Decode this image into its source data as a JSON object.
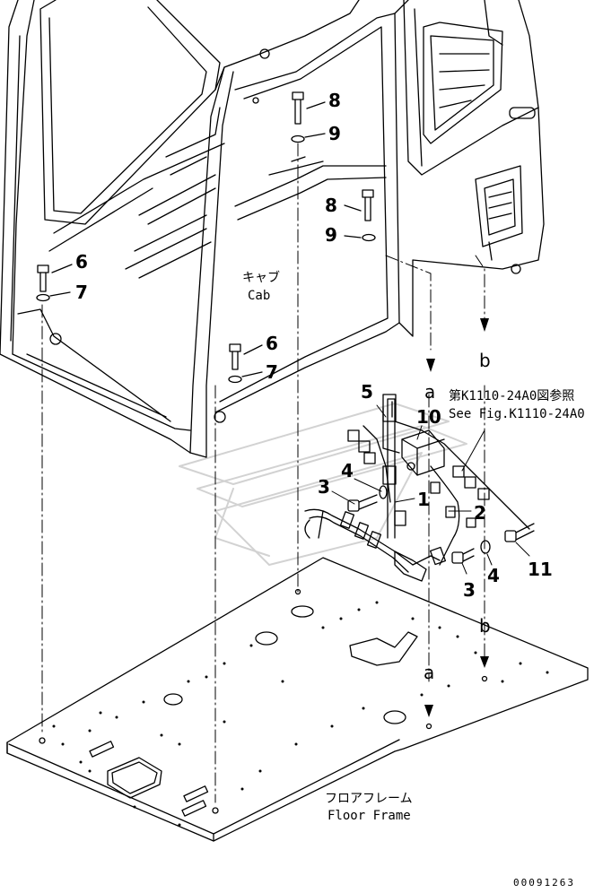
{
  "callouts": {
    "c1": "1",
    "c2": "2",
    "c3a": "3",
    "c3b": "3",
    "c4a": "4",
    "c4b": "4",
    "c5": "5",
    "c6a": "6",
    "c6b": "6",
    "c7a": "7",
    "c7b": "7",
    "c8a": "8",
    "c8b": "8",
    "c9a": "9",
    "c9b": "9",
    "c10": "10",
    "c11": "11"
  },
  "refs": {
    "a_top": "a",
    "a_bottom": "a",
    "b_top": "b",
    "b_bottom": "b"
  },
  "cab": {
    "jp": "キャブ",
    "en": "Cab"
  },
  "floor_frame": {
    "jp": "フロアフレーム",
    "en": "Floor Frame"
  },
  "see_fig": {
    "jp": "第K1110-24A0図参照",
    "en": "See Fig.K1110-24A0"
  },
  "doc_number": "00091263"
}
